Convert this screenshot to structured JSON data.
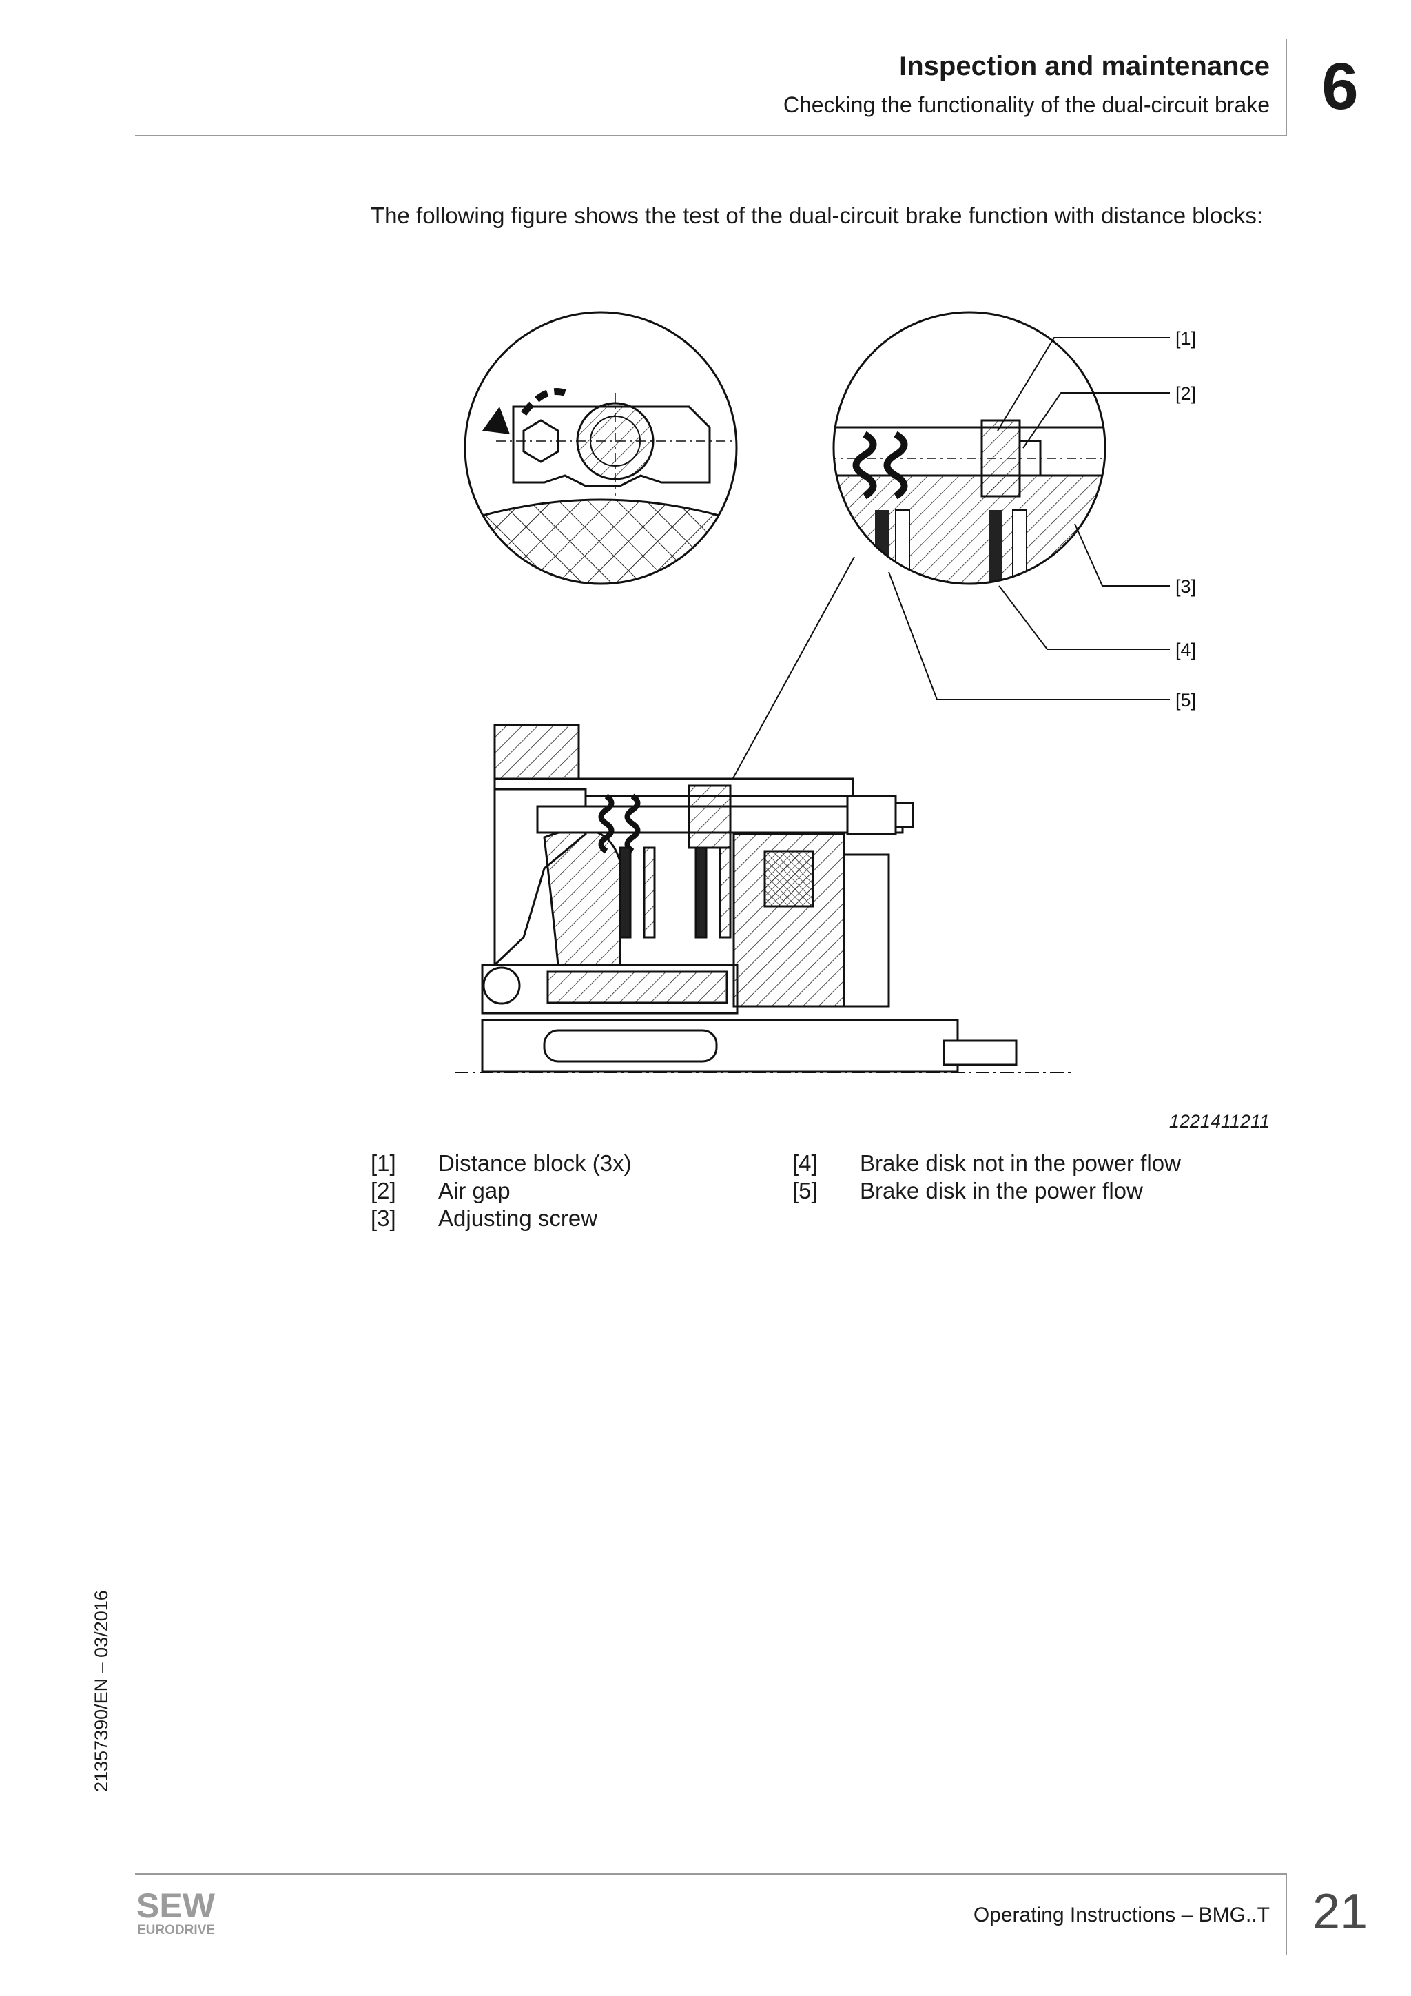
{
  "header": {
    "title": "Inspection and maintenance",
    "subtitle": "Checking the functionality of the dual-circuit brake",
    "chapter_number": "6"
  },
  "intro_text": "The following figure shows the test of the dual-circuit brake function with distance blocks:",
  "figure": {
    "callouts": [
      "[1]",
      "[2]",
      "[3]",
      "[4]",
      "[5]"
    ],
    "id": "1221411211"
  },
  "legend": [
    {
      "number": "[1]",
      "text": "Distance block (3x)"
    },
    {
      "number": "[2]",
      "text": "Air gap"
    },
    {
      "number": "[3]",
      "text": "Adjusting screw"
    },
    {
      "number": "[4]",
      "text": "Brake disk not in the power flow"
    },
    {
      "number": "[5]",
      "text": "Brake disk in the power flow"
    }
  ],
  "side_reference": "21357390/EN – 03/2016",
  "footer": {
    "document_title": "Operating Instructions – BMG..T",
    "page_number": "21",
    "logo_text_top": "SEW",
    "logo_text_bottom": "EURODRIVE"
  }
}
